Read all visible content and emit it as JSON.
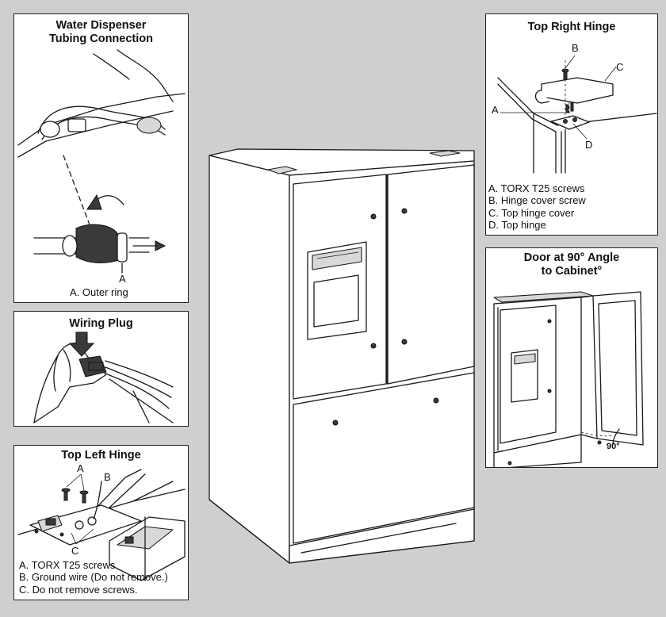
{
  "water_panel": {
    "title_line1": "Water Dispenser",
    "title_line2": "Tubing Connection",
    "label_a": "A",
    "caption": "A. Outer ring"
  },
  "wiring_panel": {
    "title": "Wiring Plug"
  },
  "top_left_panel": {
    "title": "Top Left Hinge",
    "label_a": "A",
    "label_b": "B",
    "label_c": "C",
    "captions": [
      "A. TORX T25 screws",
      "B. Ground wire (Do not remove.)",
      "C. Do not remove screws."
    ]
  },
  "top_right_panel": {
    "title": "Top Right Hinge",
    "label_a": "A",
    "label_b": "B",
    "label_c": "C",
    "label_d": "D",
    "captions": [
      "A. TORX T25 screws",
      "B. Hinge cover screw",
      "C. Top hinge cover",
      "D. Top hinge"
    ]
  },
  "door_panel": {
    "title_line1": "Door at 90° Angle",
    "title_line2": "to Cabinet°",
    "angle_label": "90°"
  }
}
